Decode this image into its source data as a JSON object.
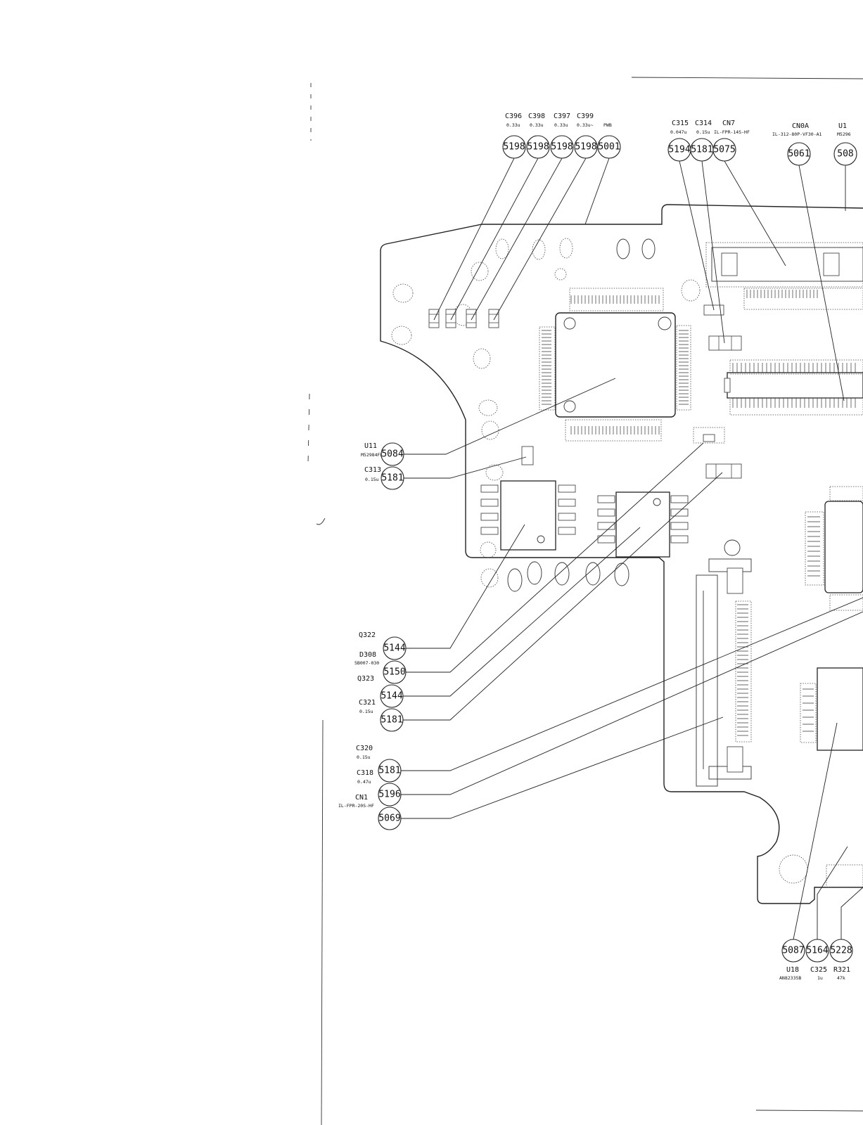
{
  "page_width": 1227,
  "page_height": 1600,
  "top_callouts": [
    {
      "id": "c396",
      "ref": "C396",
      "value": "0.33u",
      "number": "5198"
    },
    {
      "id": "c398",
      "ref": "C398",
      "value": "0.33u",
      "number": "5198"
    },
    {
      "id": "c397",
      "ref": "C397",
      "value": "0.33u",
      "number": "5198"
    },
    {
      "id": "c399",
      "ref": "C399",
      "value": "0.33u~",
      "number": "5198"
    },
    {
      "id": "pwb",
      "ref": "",
      "value": "PWB",
      "number": "5001"
    },
    {
      "id": "c315",
      "ref": "C315",
      "value": "0.047u",
      "number": "5194"
    },
    {
      "id": "c314",
      "ref": "C314",
      "value": "0.15u",
      "number": "5181"
    },
    {
      "id": "cn7",
      "ref": "CN7",
      "value": "IL-FPR-14S-HF",
      "number": "5075"
    },
    {
      "id": "cn0a",
      "ref": "CN0A",
      "value": "IL-312-80P-VF30-A1",
      "number": "5061"
    },
    {
      "id": "u1x",
      "ref": "U1",
      "value": "M5296",
      "number": "508"
    }
  ],
  "left_callouts": [
    {
      "id": "u11",
      "ref": "U11",
      "value": "M52984FP",
      "number": "5084"
    },
    {
      "id": "c313",
      "ref": "C313",
      "value": "0.15u",
      "number": "5181"
    },
    {
      "id": "q322",
      "ref": "Q322",
      "value": "",
      "number": "5144"
    },
    {
      "id": "d308",
      "ref": "D308",
      "value": "5B007-030",
      "number": "5150"
    },
    {
      "id": "q323",
      "ref": "Q323",
      "value": "",
      "number": "5144"
    },
    {
      "id": "c321",
      "ref": "C321",
      "value": "0.15u",
      "number": "5181"
    },
    {
      "id": "c320",
      "ref": "C320",
      "value": "0.15u",
      "number": "5181"
    },
    {
      "id": "c318",
      "ref": "C318",
      "value": "0.47u",
      "number": "5196"
    },
    {
      "id": "cn1",
      "ref": "CN1",
      "value": "IL-FPR-20S-HF",
      "number": "5069"
    }
  ],
  "bottom_callouts": [
    {
      "id": "u18",
      "ref": "U18",
      "value": "AN82335B",
      "number": "5087"
    },
    {
      "id": "c325",
      "ref": "C325",
      "value": "1u",
      "number": "5164"
    },
    {
      "id": "r321",
      "ref": "R321",
      "value": "47k",
      "number": "5228"
    }
  ]
}
